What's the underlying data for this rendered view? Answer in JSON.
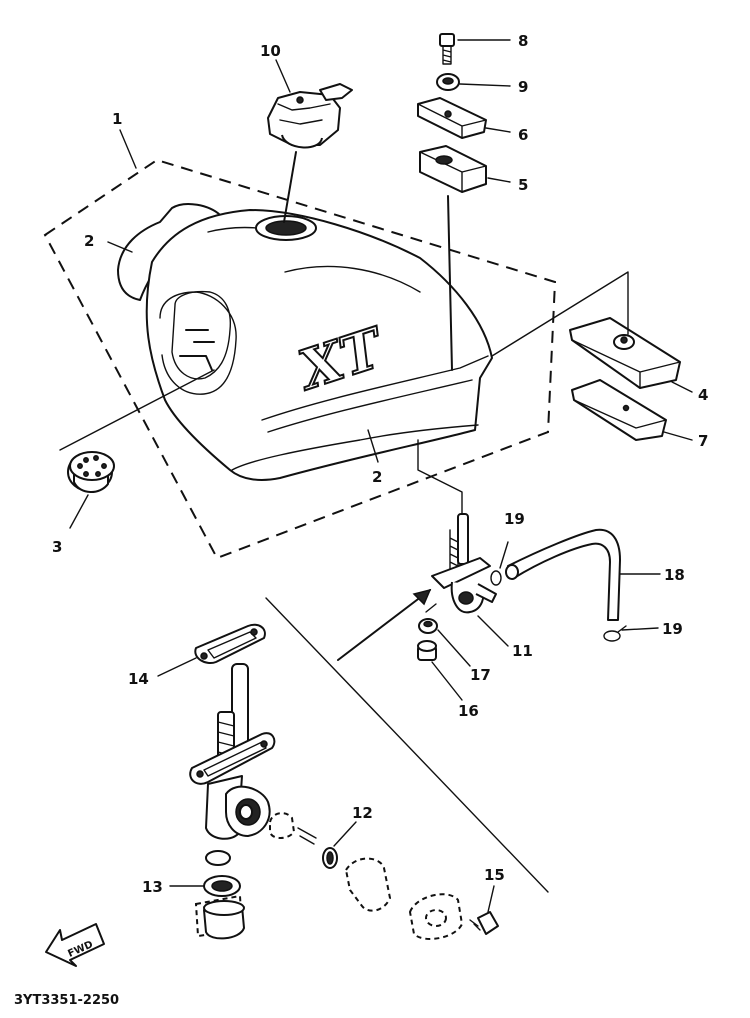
{
  "labels": {
    "l1": "1",
    "l2a": "2",
    "l2b": "2",
    "l3": "3",
    "l4": "4",
    "l5": "5",
    "l6": "6",
    "l7": "7",
    "l8": "8",
    "l9": "9",
    "l10": "10",
    "l11": "11",
    "l12": "12",
    "l13": "13",
    "l14": "14",
    "l15": "15",
    "l16": "16",
    "l17": "17",
    "l18": "18",
    "l19a": "19",
    "l19b": "19"
  },
  "fwd": "FWD",
  "catalog_number": "3YT3351-2250",
  "decal": "XT"
}
